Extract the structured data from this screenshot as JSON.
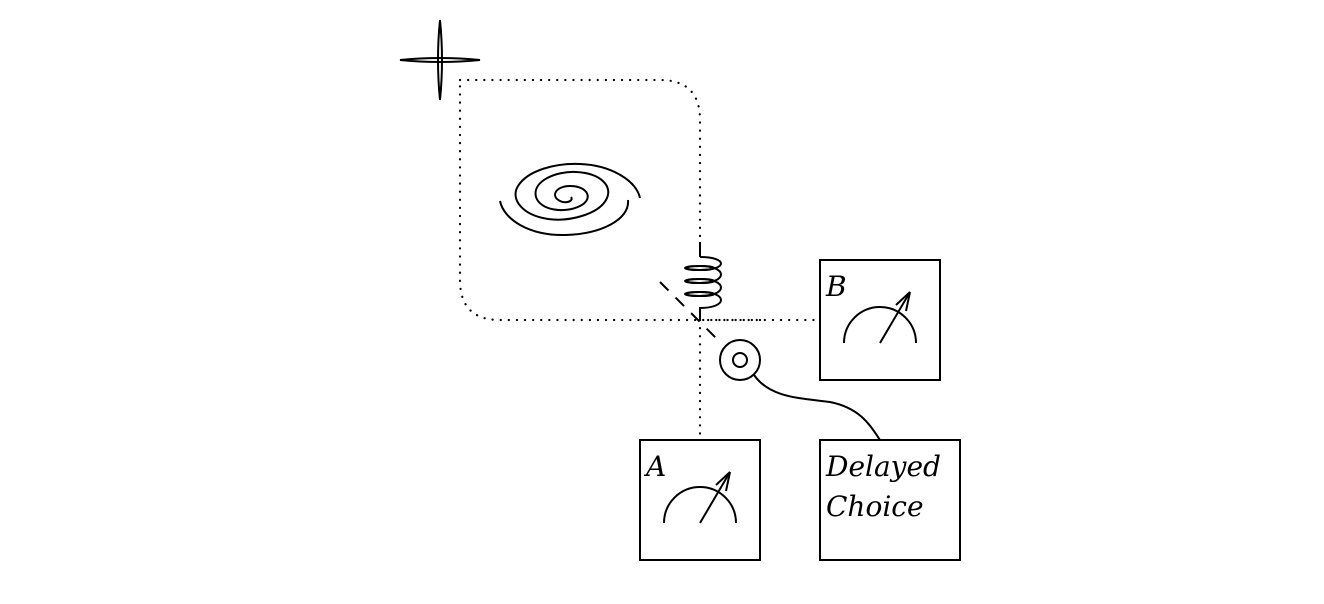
{
  "diagram": {
    "title": "Delayed choice experiment with gravitational lensing loop",
    "components": {
      "source": {
        "icon": "star-sparkle-icon",
        "description": "light source (star)"
      },
      "galaxy": {
        "icon": "spiral-galaxy-icon",
        "description": "lensing galaxy"
      },
      "coil": {
        "icon": "coil-delay-line-icon",
        "description": "fiber delay coil"
      },
      "beam_splitter": {
        "icon": "beam-splitter-icon",
        "description": "half-silvered mirror"
      },
      "switch": {
        "icon": "switch-sensor-icon",
        "description": "choice switch"
      }
    },
    "detectors": [
      {
        "id": "A",
        "label": "A",
        "icon": "meter-gauge-icon"
      },
      {
        "id": "B",
        "label": "B",
        "icon": "meter-gauge-icon"
      }
    ],
    "delayed_choice": {
      "line1": "Delayed",
      "line2": "Choice"
    },
    "colors": {
      "ink": "#000000",
      "background": "#ffffff"
    }
  }
}
